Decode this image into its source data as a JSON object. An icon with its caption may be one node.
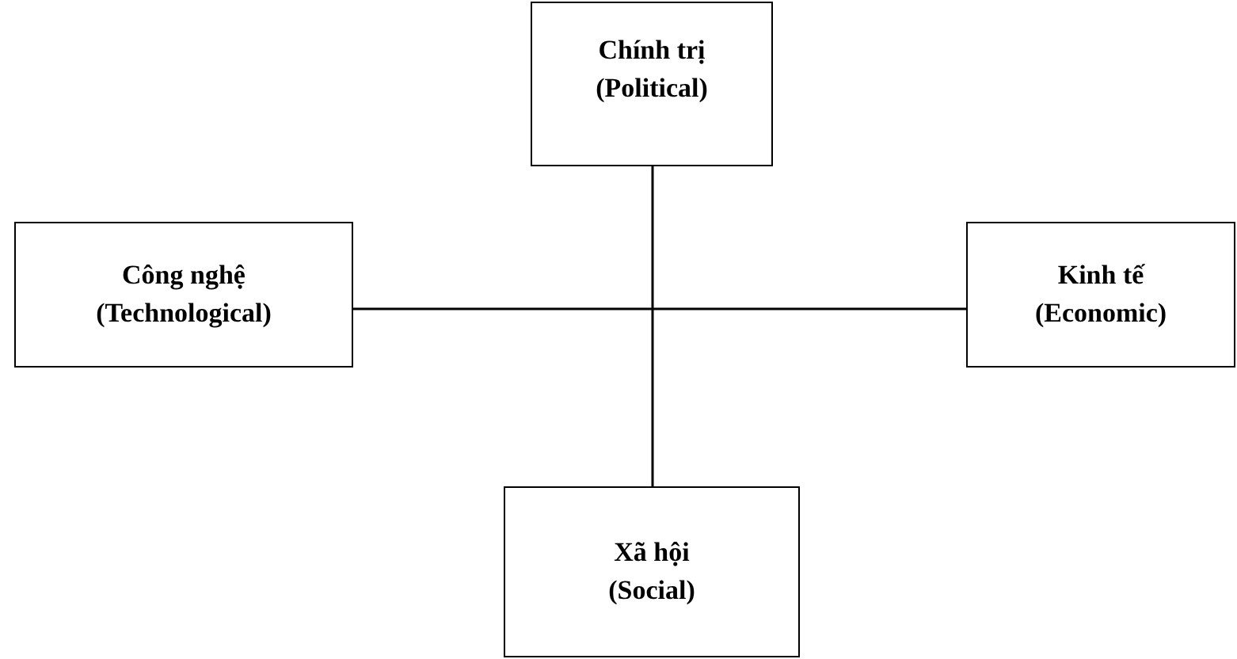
{
  "diagram": {
    "nodes": [
      {
        "text": [
          "Chính trị",
          "(Political)"
        ]
      },
      {
        "text": [
          "Công nghệ",
          "(Technological)"
        ]
      },
      {
        "text": [
          "Kinh tế",
          "(Economic)"
        ]
      },
      {
        "text": [
          "Xã hội",
          "(Social)"
        ]
      }
    ],
    "edges": [
      {
        "from": 0,
        "to": 3,
        "arrow": "none"
      },
      {
        "from": 1,
        "to": 2,
        "arrow": "none"
      }
    ]
  }
}
